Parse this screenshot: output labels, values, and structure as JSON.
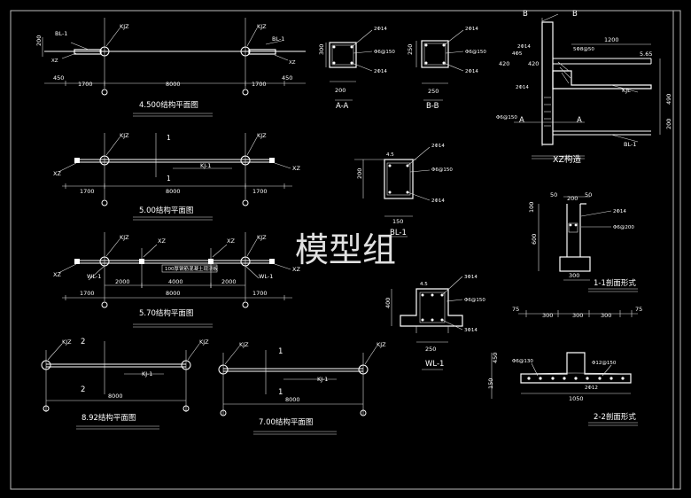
{
  "watermark": "模型组",
  "plans": [
    {
      "id": "p450",
      "title": "4.500结构平面图",
      "col_left": "KJZ",
      "col_right": "KJZ",
      "beam_left": "BL-1",
      "beam_right": "BL-1",
      "xz_left": "XZ",
      "xz_right": "XZ",
      "dim_side": "200",
      "dim_450_l": "450",
      "dim_450_r": "450",
      "dim_a": "1700",
      "dim_b": "8000",
      "dim_c": "1700"
    },
    {
      "id": "p500",
      "title": "5.00结构平面图",
      "col_left": "KJZ",
      "col_right": "KJZ",
      "beam": "KJ-1",
      "section": "1",
      "xz_left": "XZ",
      "xz_right": "XZ",
      "dim_a": "1700",
      "dim_b": "8000",
      "dim_c": "1700"
    },
    {
      "id": "p570",
      "title": "5.70结构平面图",
      "col_left": "KJZ",
      "col_right": "KJZ",
      "xz_top_l": "XZ",
      "xz_top_r": "XZ",
      "xz_left": "XZ",
      "xz_right": "XZ",
      "wl_left": "WL-1",
      "wl_right": "WL-1",
      "note": "100厚钢筋混凝土现浇板",
      "dim_t1": "2000",
      "dim_t2": "4000",
      "dim_t3": "2000",
      "dim_a": "1700",
      "dim_b": "8000",
      "dim_c": "1700"
    },
    {
      "id": "p892",
      "title": "8.92结构平面图",
      "col_left": "KJZ",
      "col_right": "KJZ",
      "beam": "KJ-1",
      "section": "2",
      "dim_b": "8000"
    },
    {
      "id": "p700",
      "title": "7.00结构平面图",
      "col_left": "KJZ",
      "col_right": "KJZ",
      "beam": "KJ-1",
      "section": "1",
      "dim_b": "8000"
    }
  ],
  "sections": {
    "aa": {
      "title": "A-A",
      "w": "200",
      "h": "300",
      "top": "2Φ14",
      "bot": "2Φ14",
      "stir": "Φ6@150"
    },
    "bb": {
      "title": "B-B",
      "w": "250",
      "h": "250",
      "top": "2Φ14",
      "bot": "2Φ14",
      "stir": "Φ6@150"
    },
    "bl1": {
      "title": "BL-1",
      "w": "150",
      "h": "200",
      "top": "2Φ14",
      "bot": "2Φ14",
      "stir": "Φ6@150",
      "edge": "4.5"
    },
    "wl1": {
      "title": "WL-1",
      "w": "250",
      "h": "400",
      "top": "3Φ14",
      "bot": "3Φ14",
      "stir": "Φ6@150",
      "edge": "4.5"
    }
  },
  "xz_detail": {
    "title": "XZ构造",
    "axis": "B",
    "cut": "A",
    "d1200": "1200",
    "elev": "5.65",
    "d490": "490",
    "d200": "200",
    "d420a": "420",
    "d420b": "420",
    "b1": "2Φ14",
    "b2": "4Φ5",
    "b3": "2Φ14",
    "stir": "5Φ8@50",
    "stir2": "Φ6@150",
    "kjl": "KJL",
    "bl": "BL-1"
  },
  "sec11": {
    "title": "1-1剖面形式",
    "d50a": "50",
    "d200": "200",
    "d50b": "50",
    "h100": "100",
    "h600": "600",
    "w300": "300",
    "r1": "2Φ14",
    "r2": "Φ6@200"
  },
  "sec22": {
    "title": "2-2剖面形式",
    "d75l": "75",
    "d300a": "300",
    "d300b": "300",
    "d300c": "300",
    "d75r": "75",
    "h450": "450",
    "h150": "150",
    "w1050": "1050",
    "r1": "Φ6@130",
    "r2": "Φ12@150",
    "r3": "2Φ12"
  }
}
